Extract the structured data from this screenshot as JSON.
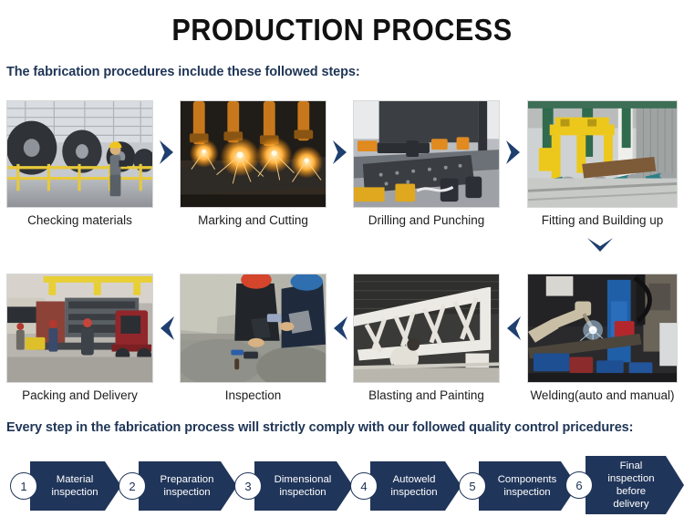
{
  "title": "PRODUCTION PROCESS",
  "headings": {
    "steps": "The fabrication procedures include these followed steps:",
    "quality": "Every step in the fabrication process will strictly comply with our followed quality control pricedures:"
  },
  "colors": {
    "navy": "#20355a",
    "heading_navy": "#1f3556",
    "arrow_navy": "#1e3f6f",
    "title_black": "#111111"
  },
  "steps": [
    {
      "n": 1,
      "label": "Checking materials",
      "scene": "steel-coil-warehouse"
    },
    {
      "n": 2,
      "label": "Marking and Cutting",
      "scene": "flame-cutting-sparks"
    },
    {
      "n": 3,
      "label": "Drilling and Punching",
      "scene": "cnc-drilling-machine"
    },
    {
      "n": 4,
      "label": "Fitting and Building up",
      "scene": "yellow-gantry-assembly"
    },
    {
      "n": 5,
      "label": "Welding(auto and manual)",
      "scene": "robotic-welding-cell"
    },
    {
      "n": 6,
      "label": "Blasting and Painting",
      "scene": "painted-steel-truss"
    },
    {
      "n": 7,
      "label": "Inspection",
      "scene": "workers-inspecting"
    },
    {
      "n": 8,
      "label": "Packing and Delivery",
      "scene": "truck-loading-forklift"
    }
  ],
  "arrows": {
    "row1": "chevron-right",
    "row2": "chevron-left",
    "connector": "chevron-down"
  },
  "qc_steps": [
    {
      "n": "1",
      "text": "Material\ninspection"
    },
    {
      "n": "2",
      "text": "Preparation\ninspection"
    },
    {
      "n": "3",
      "text": "Dimensional\ninspection"
    },
    {
      "n": "4",
      "text": "Autoweld\ninspection"
    },
    {
      "n": "5",
      "text": "Components\ninspection"
    },
    {
      "n": "6",
      "text": "Final\ninspection\nbefore\ndelivery"
    }
  ]
}
